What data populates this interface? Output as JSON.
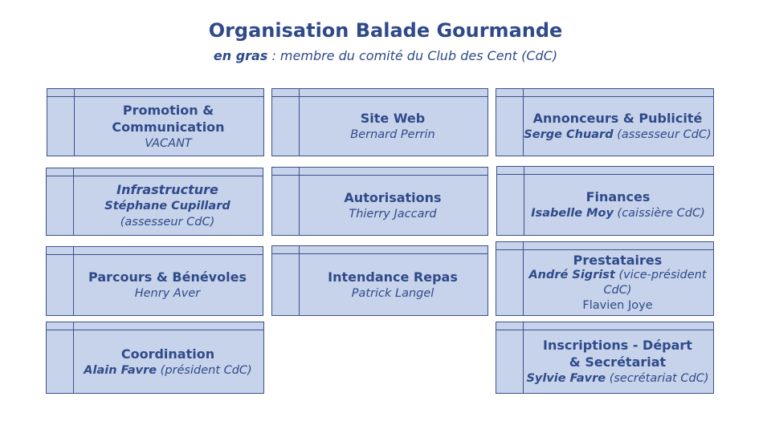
{
  "header": {
    "title": "Organisation Balade Gourmande",
    "subtitle_bold": "en gras",
    "subtitle_rest": " : membre du comité du Club des Cent (CdC)"
  },
  "boxes": {
    "promotion": {
      "line1": "Promotion &",
      "line2": "Communication",
      "person": "VACANT"
    },
    "siteweb": {
      "title": "Site Web",
      "person": "Bernard Perrin"
    },
    "annonceurs": {
      "title": "Annonceurs & Publicité",
      "person_bold": "Serge Chuard",
      "person_rest": " (assesseur CdC)"
    },
    "infrastructure": {
      "title": "Infrastructure",
      "person_bold": "Stéphane Cupillard",
      "person_rest": "(assesseur CdC)"
    },
    "autorisations": {
      "title": "Autorisations",
      "person": "Thierry Jaccard"
    },
    "finances": {
      "title": "Finances",
      "person_bold": "Isabelle Moy",
      "person_rest": " (caissière CdC)"
    },
    "parcours": {
      "title": "Parcours & Bénévoles",
      "person": "Henry Aver"
    },
    "intendance": {
      "title": "Intendance Repas",
      "person": "Patrick Langel"
    },
    "prestataires": {
      "title": "Prestataires",
      "person_bold": "André Sigrist",
      "person_rest_1": " (vice-président",
      "person_rest_2": "CdC)",
      "person2": "Flavien Joye"
    },
    "coordination": {
      "title": "Coordination",
      "person_bold": "Alain Favre",
      "person_rest": " (président CdC)"
    },
    "inscriptions": {
      "line1": "Inscriptions - Départ",
      "line2": "& Secrétariat",
      "person_bold": "Sylvie Favre",
      "person_rest": " (secrétariat CdC)"
    }
  }
}
